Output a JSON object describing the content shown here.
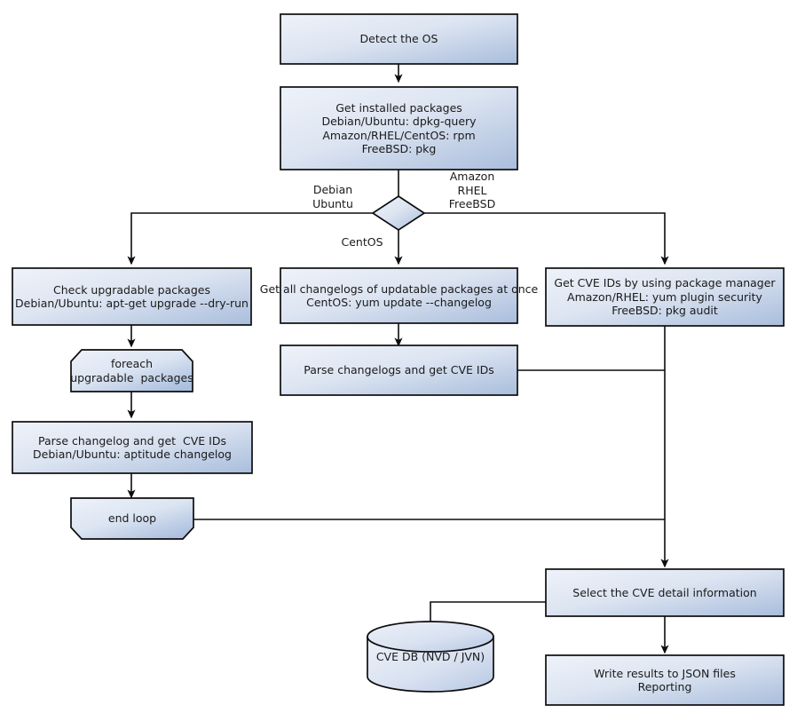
{
  "diagram": {
    "title": "OS package vulnerability scanning flow",
    "colors": {
      "fill_light": "#e9eef7",
      "fill_dark": "#adc0de",
      "stroke": "#0d0d0d",
      "text": "#1a1a1a",
      "background": "#ffffff"
    },
    "nodes": [
      {
        "id": "detect-os",
        "shape": "rectangle",
        "lines": [
          "Detect the OS"
        ]
      },
      {
        "id": "get-installed-packages",
        "shape": "rectangle",
        "lines": [
          "Get installed packages",
          "Debian/Ubuntu: dpkg-query",
          "Amazon/RHEL/CentOS: rpm",
          "FreeBSD: pkg"
        ]
      },
      {
        "id": "os-decision",
        "shape": "diamond",
        "lines": []
      },
      {
        "id": "check-upgradable-packages",
        "shape": "rectangle",
        "lines": [
          "Check upgradable packages",
          "Debian/Ubuntu: apt-get upgrade --dry-run"
        ]
      },
      {
        "id": "get-all-changelogs",
        "shape": "rectangle",
        "lines": [
          "Get all changelogs of updatable packages at once",
          "CentOS: yum update --changelog"
        ]
      },
      {
        "id": "get-cve-ids-package-manager",
        "shape": "rectangle",
        "lines": [
          "Get CVE IDs by using package manager",
          "Amazon/RHEL: yum plugin security",
          "FreeBSD: pkg audit"
        ]
      },
      {
        "id": "foreach-upgradable-packages",
        "shape": "loop-start",
        "lines": [
          "foreach",
          "upgradable  packages"
        ]
      },
      {
        "id": "parse-changelogs-get-cve-ids",
        "shape": "rectangle",
        "lines": [
          "Parse changelogs and get CVE IDs"
        ]
      },
      {
        "id": "parse-changelog-get-cve-ids",
        "shape": "rectangle",
        "lines": [
          "Parse changelog and get  CVE IDs",
          "Debian/Ubuntu: aptitude changelog"
        ]
      },
      {
        "id": "end-loop",
        "shape": "loop-end",
        "lines": [
          "end loop"
        ]
      },
      {
        "id": "select-cve-detail",
        "shape": "rectangle",
        "lines": [
          "Select the CVE detail information"
        ]
      },
      {
        "id": "cve-db",
        "shape": "cylinder",
        "lines": [
          "CVE DB (NVD / JVN)"
        ]
      },
      {
        "id": "write-results",
        "shape": "rectangle",
        "lines": [
          "Write results to JSON files",
          "Reporting"
        ]
      }
    ],
    "edge_labels": [
      {
        "id": "branch-debian-ubuntu",
        "lines": [
          "Debian",
          "Ubuntu"
        ]
      },
      {
        "id": "branch-amazon-rhel-freebsd",
        "lines": [
          "Amazon",
          "RHEL",
          "FreeBSD"
        ]
      },
      {
        "id": "branch-centos",
        "lines": [
          "CentOS"
        ]
      }
    ],
    "node_text": {
      "detect_os": "Detect the OS",
      "get_installed_packages": "Get installed packages\nDebian/Ubuntu: dpkg-query\nAmazon/RHEL/CentOS: rpm\nFreeBSD: pkg",
      "check_upgradable_packages": "Check upgradable packages\nDebian/Ubuntu: apt-get upgrade --dry-run",
      "get_all_changelogs": "Get all changelogs of updatable packages at once\nCentOS: yum update --changelog",
      "get_cve_ids_package_manager": "Get CVE IDs by using package manager\nAmazon/RHEL: yum plugin security\nFreeBSD: pkg audit",
      "foreach_upgradable_packages": "foreach\nupgradable  packages",
      "parse_changelogs_get_cve_ids": "Parse changelogs and get CVE IDs",
      "parse_changelog_get_cve_ids": "Parse changelog and get  CVE IDs\nDebian/Ubuntu: aptitude changelog",
      "end_loop": "end loop",
      "select_cve_detail": "Select the CVE detail information",
      "cve_db": "CVE DB (NVD / JVN)",
      "write_results": "Write results to JSON files\nReporting",
      "label_debian_ubuntu": "Debian\nUbuntu",
      "label_amazon_rhel_freebsd": "Amazon\nRHEL\nFreeBSD",
      "label_centos": "CentOS"
    }
  }
}
